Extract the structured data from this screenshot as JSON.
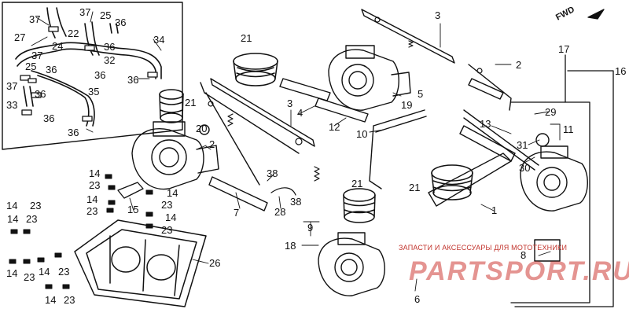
{
  "direction": "FWD",
  "callouts": [
    {
      "id": "c37a",
      "text": "37"
    },
    {
      "id": "c37b",
      "text": "37"
    },
    {
      "id": "c25a",
      "text": "25"
    },
    {
      "id": "c36a",
      "text": "36"
    },
    {
      "id": "c22",
      "text": "22"
    },
    {
      "id": "c24",
      "text": "24"
    },
    {
      "id": "c27",
      "text": "27"
    },
    {
      "id": "c36b",
      "text": "36"
    },
    {
      "id": "c32",
      "text": "32"
    },
    {
      "id": "c34",
      "text": "34"
    },
    {
      "id": "c37c",
      "text": "37"
    },
    {
      "id": "c25b",
      "text": "25"
    },
    {
      "id": "c36c",
      "text": "36"
    },
    {
      "id": "c36d",
      "text": "36"
    },
    {
      "id": "c37d",
      "text": "37"
    },
    {
      "id": "c36e",
      "text": "36"
    },
    {
      "id": "c35",
      "text": "35"
    },
    {
      "id": "c33",
      "text": "33"
    },
    {
      "id": "c36f",
      "text": "36"
    },
    {
      "id": "c36g",
      "text": "36"
    },
    {
      "id": "c36h",
      "text": "36"
    },
    {
      "id": "c21a",
      "text": "21"
    },
    {
      "id": "c21b",
      "text": "21"
    },
    {
      "id": "c20",
      "text": "20"
    },
    {
      "id": "c2a",
      "text": "2"
    },
    {
      "id": "c3a",
      "text": "3"
    },
    {
      "id": "c3b",
      "text": "3"
    },
    {
      "id": "c4",
      "text": "4"
    },
    {
      "id": "c12",
      "text": "12"
    },
    {
      "id": "c5",
      "text": "5"
    },
    {
      "id": "c19",
      "text": "19"
    },
    {
      "id": "c10",
      "text": "10"
    },
    {
      "id": "c2b",
      "text": "2"
    },
    {
      "id": "c17",
      "text": "17"
    },
    {
      "id": "c16",
      "text": "16"
    },
    {
      "id": "c29",
      "text": "29"
    },
    {
      "id": "c13",
      "text": "13"
    },
    {
      "id": "c11",
      "text": "11"
    },
    {
      "id": "c31",
      "text": "31"
    },
    {
      "id": "c30",
      "text": "30"
    },
    {
      "id": "c21c",
      "text": "21"
    },
    {
      "id": "c1",
      "text": "1"
    },
    {
      "id": "c21d",
      "text": "21"
    },
    {
      "id": "c38a",
      "text": "38"
    },
    {
      "id": "c38b",
      "text": "38"
    },
    {
      "id": "c28",
      "text": "28"
    },
    {
      "id": "c7",
      "text": "7"
    },
    {
      "id": "c14a",
      "text": "14"
    },
    {
      "id": "c23a",
      "text": "23"
    },
    {
      "id": "c14b",
      "text": "14"
    },
    {
      "id": "c23b",
      "text": "23"
    },
    {
      "id": "c14c",
      "text": "14"
    },
    {
      "id": "c23c",
      "text": "23"
    },
    {
      "id": "c15",
      "text": "15"
    },
    {
      "id": "c14d",
      "text": "14"
    },
    {
      "id": "c23d",
      "text": "23"
    },
    {
      "id": "c14e",
      "text": "14"
    },
    {
      "id": "c23e",
      "text": "23"
    },
    {
      "id": "c14f",
      "text": "14"
    },
    {
      "id": "c23f",
      "text": "23"
    },
    {
      "id": "c14g",
      "text": "14"
    },
    {
      "id": "c23g",
      "text": "23"
    },
    {
      "id": "c14h",
      "text": "14"
    },
    {
      "id": "c23h",
      "text": "23"
    },
    {
      "id": "c14i",
      "text": "14"
    },
    {
      "id": "c23i",
      "text": "23"
    },
    {
      "id": "c26",
      "text": "26"
    },
    {
      "id": "c9",
      "text": "9"
    },
    {
      "id": "c18",
      "text": "18"
    },
    {
      "id": "c8",
      "text": "8"
    },
    {
      "id": "c6",
      "text": "6"
    }
  ],
  "watermark": {
    "caption": "ЗАПАСТИ И АКСЕССУАРЫ ДЛЯ МОТОТЕХНИКИ",
    "logo": "PARTSPORT.RU"
  }
}
